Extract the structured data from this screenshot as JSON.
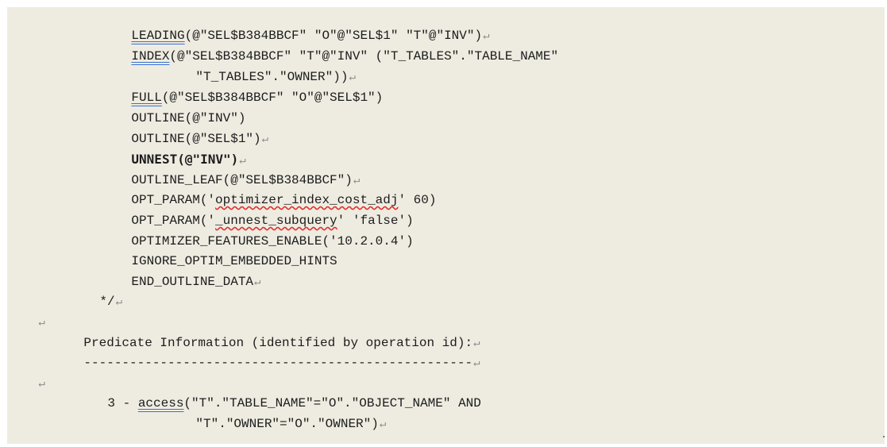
{
  "lines": [
    {
      "pre": "",
      "link": "LEADING",
      "post": "(@\"SEL$B384BBCF\" \"O\"@\"SEL$1\" \"T\"@\"INV\")",
      "pm": "↵"
    },
    {
      "pre": "",
      "link": "INDEX",
      "post": "(@\"SEL$B384BBCF\" \"T\"@\"INV\" (\"T_TABLES\".\"TABLE_NAME\"",
      "pm": ""
    },
    {
      "pre": "\"T_TABLES\".\"OWNER\"))",
      "link": "",
      "post": "",
      "pm": "↵"
    },
    {
      "pre": "",
      "link": "FULL",
      "post": "(@\"SEL$B384BBCF\" \"O\"@\"SEL$1\")",
      "pm": ""
    },
    {
      "pre": "OUTLINE(@\"INV\")",
      "link": "",
      "post": "",
      "pm": ""
    },
    {
      "pre": "OUTLINE(@\"SEL$1\")",
      "link": "",
      "post": "",
      "pm": "↵"
    },
    {
      "bold": "UNNEST(@\"INV\")",
      "pm": "↵"
    },
    {
      "pre": "OUTLINE_LEAF(@\"SEL$B384BBCF\")",
      "link": "",
      "post": "",
      "pm": "↵"
    },
    {
      "pre": "OPT_PARAM('",
      "spell": "optimizer_index_cost_adj",
      "post": "' 60)",
      "pm": ""
    },
    {
      "pre": "OPT_PARAM('",
      "spell": "_unnest_subquery",
      "post": "' 'false')",
      "pm": ""
    },
    {
      "pre": "OPTIMIZER_FEATURES_ENABLE('10.2.0.4')",
      "link": "",
      "post": "",
      "pm": ""
    },
    {
      "pre": "IGNORE_OPTIM_EMBEDDED_HINTS",
      "link": "",
      "post": "",
      "pm": ""
    },
    {
      "pre": "END_OUTLINE_DATA",
      "link": "",
      "post": "",
      "pm": "↵"
    },
    {
      "pre": "*/",
      "link": "",
      "post": "",
      "pm": "↵"
    },
    {
      "pre": "",
      "link": "",
      "post": "",
      "pm": "↵"
    },
    {
      "pre": "Predicate Information (identified by operation id):",
      "link": "",
      "post": "",
      "pm": "↵"
    },
    {
      "pre": "---------------------------------------------------",
      "link": "",
      "post": "",
      "pm": "↵"
    },
    {
      "pre": "",
      "link": "",
      "post": "",
      "pm": "↵"
    },
    {
      "pre": "3 - ",
      "link": "access",
      "post": "(\"T\".\"TABLE_NAME\"=\"O\".\"OBJECT_NAME\" AND",
      "pm": ""
    },
    {
      "pre": "\"T\".\"OWNER\"=\"O\".\"OWNER\")",
      "link": "",
      "post": "",
      "pm": "↵"
    }
  ]
}
